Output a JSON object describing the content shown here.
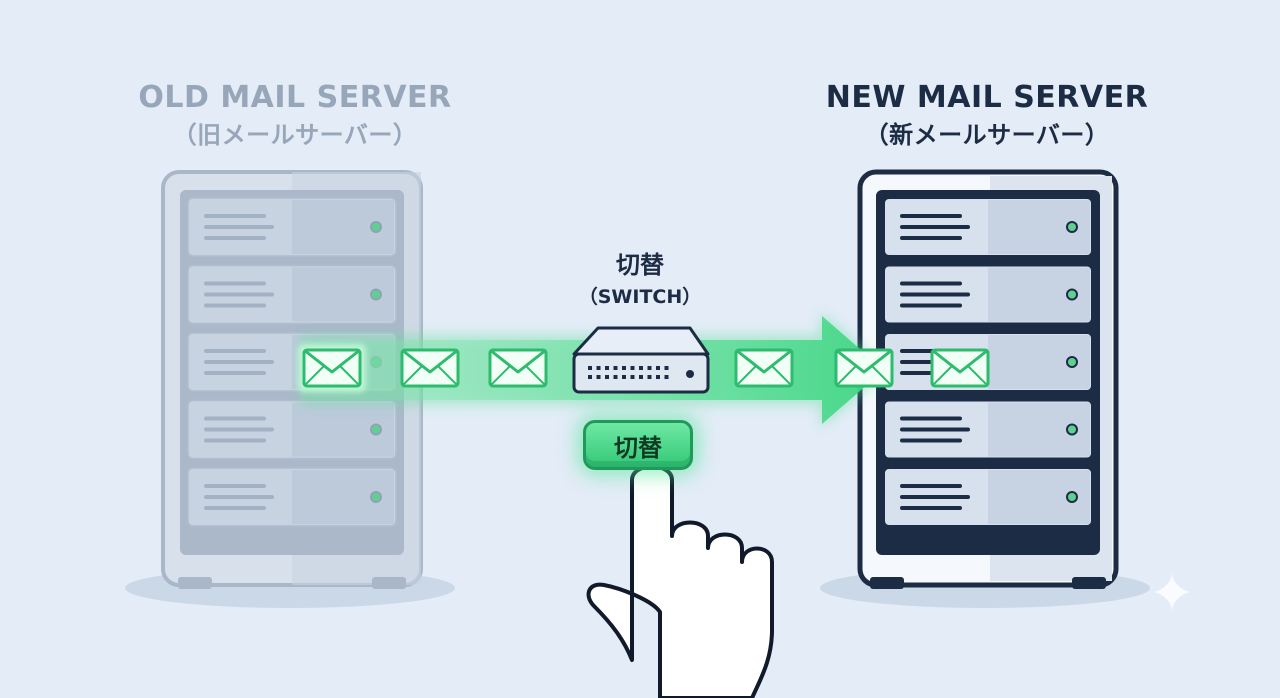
{
  "old_server": {
    "title": "OLD MAIL SERVER",
    "subtitle": "（旧メールサーバー）"
  },
  "new_server": {
    "title": "NEW MAIL SERVER",
    "subtitle": "（新メールサーバー）"
  },
  "switch": {
    "title": "切替",
    "subtitle": "（SWITCH）",
    "button_label": "切替"
  },
  "colors": {
    "background": "#e3ecf7",
    "accent_green": "#3fd684",
    "old_server": "#b4c1d1",
    "new_server": "#1d2c45"
  }
}
